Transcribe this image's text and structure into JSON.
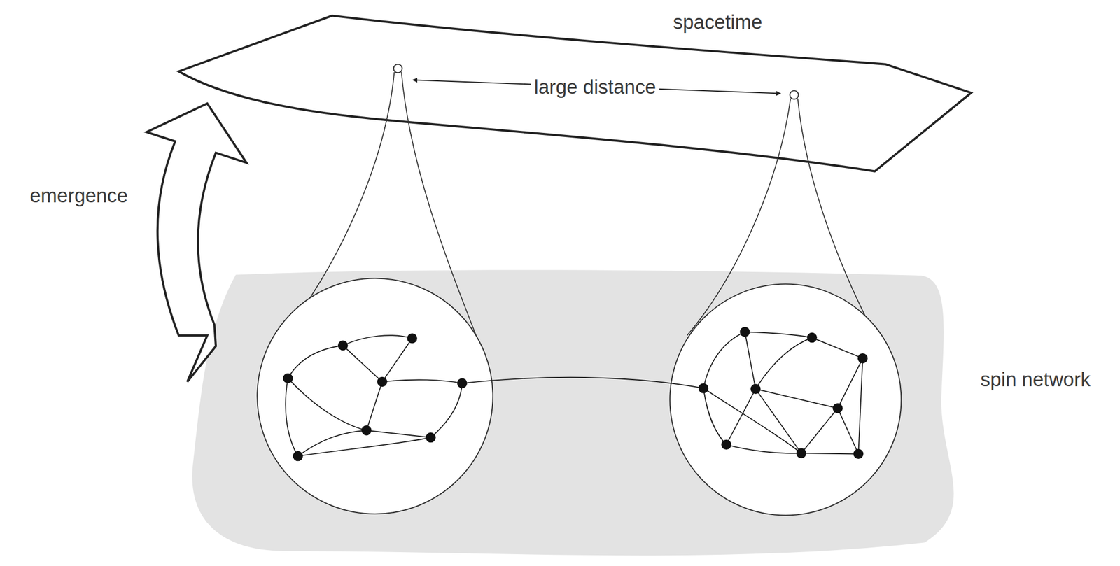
{
  "diagram": {
    "labels": [
      "spacetime",
      "large distance",
      "emergence",
      "spin network"
    ]
  }
}
